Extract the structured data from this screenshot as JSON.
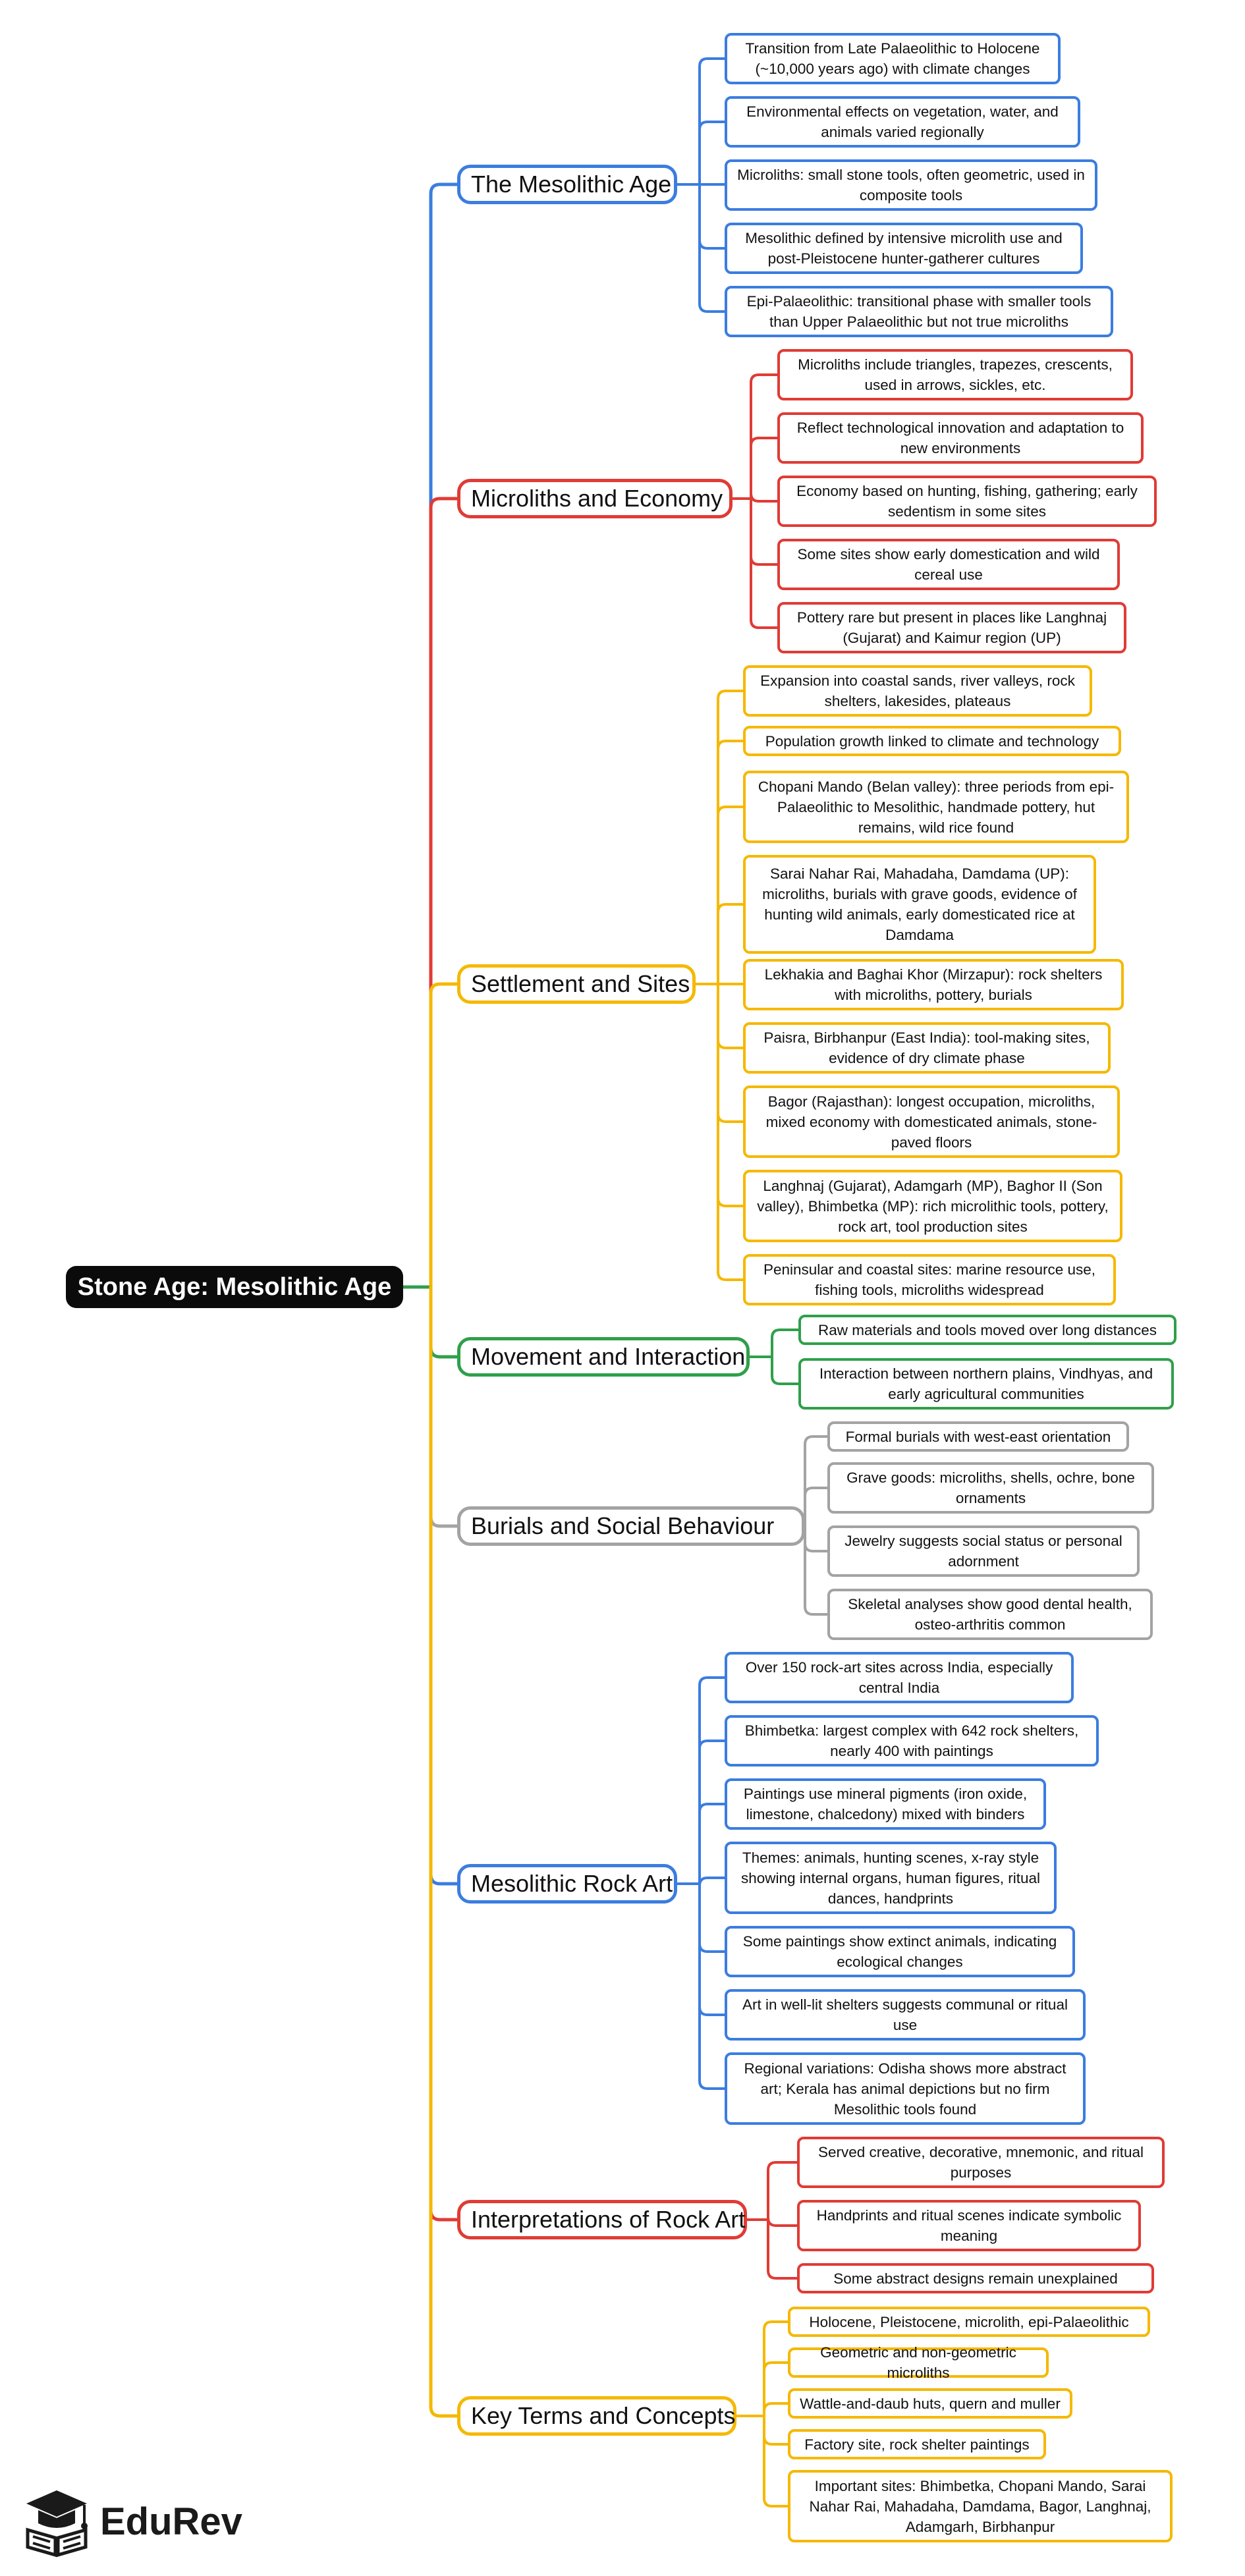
{
  "title": "Stone Age: Mesolithic Age",
  "logo": {
    "text": "EduRev",
    "icon": "graduation-cap-book-icon"
  },
  "colors": {
    "blue": "#3b7de0",
    "red": "#e03b35",
    "yellow": "#f5b800",
    "green": "#2ea04a",
    "gray": "#a3a3a3"
  },
  "branches": [
    {
      "label": "The Mesolithic Age",
      "color": "blue",
      "leaves": [
        "Transition from Late Palaeolithic to Holocene (~10,000 years ago) with climate changes",
        "Environmental effects on vegetation, water, and animals varied regionally",
        "Microliths: small stone tools, often geometric, used in composite tools",
        "Mesolithic defined by intensive microlith use and post-Pleistocene hunter-gatherer cultures",
        "Epi-Palaeolithic: transitional phase with smaller tools than Upper Palaeolithic but not true microliths"
      ]
    },
    {
      "label": "Microliths and Economy",
      "color": "red",
      "leaves": [
        "Microliths include triangles, trapezes, crescents, used in arrows, sickles, etc.",
        "Reflect technological innovation and adaptation to new environments",
        "Economy based on hunting, fishing, gathering; early sedentism in some sites",
        "Some sites show early domestication and wild cereal use",
        "Pottery rare but present in places like Langhnaj (Gujarat) and Kaimur region (UP)"
      ]
    },
    {
      "label": "Settlement and Sites",
      "color": "yellow",
      "leaves": [
        "Expansion into coastal sands, river valleys, rock shelters, lakesides, plateaus",
        "Population growth linked to climate and technology",
        "Chopani Mando (Belan valley): three periods from epi-Palaeolithic to Mesolithic, handmade pottery, hut remains, wild rice found",
        "Sarai Nahar Rai, Mahadaha, Damdama (UP): microliths, burials with grave goods, evidence of hunting wild animals, early domesticated rice at Damdama",
        "Lekhakia and Baghai Khor (Mirzapur): rock shelters with microliths, pottery, burials",
        "Paisra, Birbhanpur (East India): tool-making sites, evidence of dry climate phase",
        "Bagor (Rajasthan): longest occupation, microliths, mixed economy with domesticated animals, stone-paved floors",
        "Langhnaj (Gujarat), Adamgarh (MP), Baghor II (Son valley), Bhimbetka (MP): rich microlithic tools, pottery, rock art, tool production sites",
        "Peninsular and coastal sites: marine resource use, fishing tools, microliths widespread"
      ]
    },
    {
      "label": "Movement and Interaction",
      "color": "green",
      "leaves": [
        "Raw materials and tools moved over long distances",
        "Interaction between northern plains, Vindhyas, and early agricultural communities"
      ]
    },
    {
      "label": "Burials and Social Behaviour",
      "color": "gray",
      "leaves": [
        "Formal burials with west-east orientation",
        "Grave goods: microliths, shells, ochre, bone ornaments",
        "Jewelry suggests social status or personal adornment",
        "Skeletal analyses show good dental health, osteo-arthritis common"
      ]
    },
    {
      "label": "Mesolithic Rock Art",
      "color": "blue",
      "leaves": [
        "Over 150 rock-art sites across India, especially central India",
        "Bhimbetka: largest complex with 642 rock shelters, nearly 400 with paintings",
        "Paintings use mineral pigments (iron oxide, limestone, chalcedony) mixed with binders",
        "Themes: animals, hunting scenes, x-ray style showing internal organs, human figures, ritual dances, handprints",
        "Some paintings show extinct animals, indicating ecological changes",
        "Art in well-lit shelters suggests communal or ritual use",
        "Regional variations: Odisha shows more abstract art; Kerala has animal depictions but no firm Mesolithic tools found"
      ]
    },
    {
      "label": "Interpretations of Rock Art",
      "color": "red",
      "leaves": [
        "Served creative, decorative, mnemonic, and ritual purposes",
        "Handprints and ritual scenes indicate symbolic meaning",
        "Some abstract designs remain unexplained"
      ]
    },
    {
      "label": "Key Terms and Concepts",
      "color": "yellow",
      "leaves": [
        "Holocene, Pleistocene, microlith, epi-Palaeolithic",
        "Geometric and non-geometric microliths",
        "Wattle-and-daub huts, quern and muller",
        "Factory site, rock shelter paintings",
        "Important sites: Bhimbetka, Chopani Mando, Sarai Nahar Rai, Mahadaha, Damdama, Bagor, Langhnaj, Adamgarh, Birbhanpur"
      ]
    }
  ]
}
